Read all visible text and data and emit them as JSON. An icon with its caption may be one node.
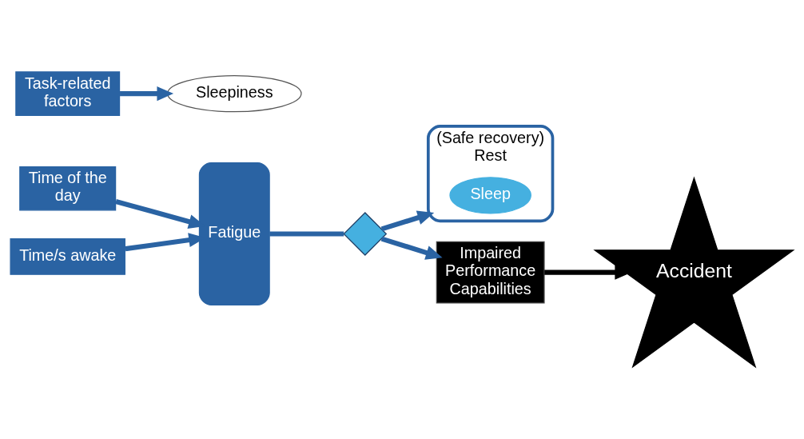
{
  "diagram": {
    "nodes": [
      {
        "text": [
          "Time of the day"
        ]
      },
      {
        "text": [
          "Time/s awake"
        ]
      },
      {
        "text": [
          "Task-related factors"
        ]
      },
      {
        "text": [
          "Fatigue"
        ]
      },
      {
        "text": [
          "Sleepiness"
        ]
      },
      {
        "text": [],
        "shape": "diamond"
      },
      {
        "text": [
          "Rest"
        ],
        "beside": [
          "(Safe recovery)"
        ]
      },
      {
        "text": [
          "Sleep"
        ],
        "in": 6
      },
      {
        "text": [
          "Impaired Performance Capabilities"
        ]
      },
      {
        "text": [
          "Accident"
        ]
      }
    ],
    "edges": [
      {
        "from": 0,
        "to": 3,
        "arrow": "to"
      },
      {
        "from": 1,
        "to": 3,
        "arrow": "to"
      },
      {
        "from": 2,
        "to": 4,
        "arrow": "to"
      },
      {
        "from": 3,
        "to": 5,
        "arrow": "none"
      },
      {
        "from": 5,
        "to": 6,
        "arrow": "to"
      },
      {
        "from": 5,
        "to": 8,
        "arrow": "to"
      },
      {
        "from": 8,
        "to": 9,
        "arrow": "to",
        "color": "#000000"
      }
    ]
  }
}
